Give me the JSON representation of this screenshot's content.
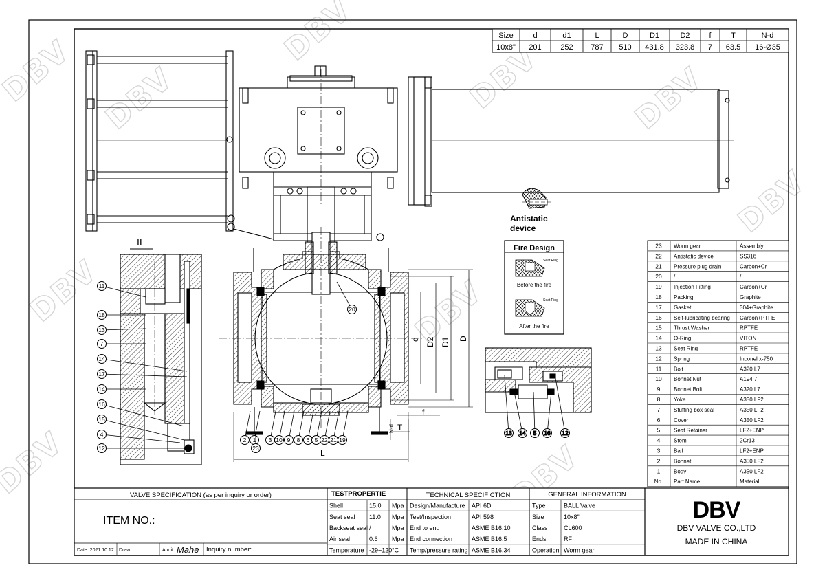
{
  "watermark": "DBV",
  "size_table": {
    "headers": [
      "Size",
      "d",
      "d1",
      "L",
      "D",
      "D1",
      "D2",
      "f",
      "T",
      "N-d"
    ],
    "values": [
      "10x8\"",
      "201",
      "252",
      "787",
      "510",
      "431.8",
      "323.8",
      "7",
      "63.5",
      "16-Ø35"
    ]
  },
  "detail_view": {
    "label": "II",
    "callouts": [
      "11",
      "18",
      "13",
      "7",
      "14",
      "17",
      "14",
      "16",
      "15",
      "4",
      "12"
    ]
  },
  "main_view": {
    "callouts": [
      "2",
      "1",
      "3",
      "10",
      "9",
      "8",
      "6",
      "5",
      "22",
      "21",
      "19",
      "23",
      "20"
    ],
    "dimensions": {
      "d": "d",
      "D2": "D2",
      "D1": "D1",
      "D": "D",
      "L": "L",
      "f": "f",
      "T": "T",
      "nd": "N-d"
    }
  },
  "seal_detail": {
    "callouts": [
      "13",
      "14",
      "5",
      "16",
      "12"
    ]
  },
  "antistatic": {
    "line1": "Antistatic",
    "line2": "device"
  },
  "fire_design": {
    "title": "Fire Design",
    "seat_ring": "Seat Ring",
    "before": "Before the fire",
    "after": "After the fire"
  },
  "parts_table": {
    "header": [
      "No.",
      "Part Name",
      "Material"
    ],
    "rows": [
      [
        "23",
        "Worm gear",
        "Assembly"
      ],
      [
        "22",
        "Antistatic device",
        "SS316"
      ],
      [
        "21",
        "Pressure plug drain",
        "Carbon+Cr"
      ],
      [
        "20",
        "/",
        "/"
      ],
      [
        "19",
        "Injection Fitting",
        "Carbon+Cr"
      ],
      [
        "18",
        "Packing",
        "Graphite"
      ],
      [
        "17",
        "Gasket",
        "304+Graphite"
      ],
      [
        "16",
        "Self-lubricating bearing",
        "Carbon+PTFE"
      ],
      [
        "15",
        "Thrust Washer",
        "RPTFE"
      ],
      [
        "14",
        "O-Ring",
        "VITON"
      ],
      [
        "13",
        "Seat Ring",
        "RPTFE"
      ],
      [
        "12",
        "Spring",
        "Inconel x-750"
      ],
      [
        "11",
        "Bolt",
        "A320 L7"
      ],
      [
        "10",
        "Bonnet Nut",
        "A194 7"
      ],
      [
        "9",
        "Bonnet Bolt",
        "A320 L7"
      ],
      [
        "8",
        "Yoke",
        "A350 LF2"
      ],
      [
        "7",
        "Stuffing box seal",
        "A350 LF2"
      ],
      [
        "6",
        "Cover",
        "A350 LF2"
      ],
      [
        "5",
        "Seat Retainer",
        "LF2+ENP"
      ],
      [
        "4",
        "Stem",
        "2Cr13"
      ],
      [
        "3",
        "Ball",
        "LF2+ENP"
      ],
      [
        "2",
        "Bonnet",
        "A350 LF2"
      ],
      [
        "1",
        "Body",
        "A350 LF2"
      ]
    ]
  },
  "title_block": {
    "valve_spec_title": "VALVE SPECIFICATION (as per inquiry or order)",
    "item_no": "ITEM NO.:",
    "date": "Date: 2021.10.12",
    "draw": "Draw:",
    "audit": "Audit:",
    "signature": "Mahe",
    "inquiry": "Inquiry number:",
    "test_title": "TESTPROPERTIE",
    "test_rows": [
      [
        "Shell",
        "15.0",
        "Mpa"
      ],
      [
        "Seat seal",
        "11.0",
        "Mpa"
      ],
      [
        "Backseat seal",
        "/",
        "Mpa"
      ],
      [
        "Air seal",
        "0.6",
        "Mpa"
      ],
      [
        "Temperature",
        "-29~120",
        "°C"
      ]
    ],
    "tech_title": "TECHNICAL SPECIFICTION",
    "tech_rows": [
      [
        "Design/Manufacture",
        "API 6D"
      ],
      [
        "Test/Inspection",
        "API 598"
      ],
      [
        "End to end",
        "ASME B16.10"
      ],
      [
        "End connection",
        "ASME B16.5"
      ],
      [
        "Temp/pressure rating",
        "ASME B16.34"
      ]
    ],
    "gen_title": "GENERAL INFORMATION",
    "gen_rows": [
      [
        "Type",
        "BALL Valve"
      ],
      [
        "Size",
        "10x8\""
      ],
      [
        "Class",
        "CL600"
      ],
      [
        "Ends",
        "RF"
      ],
      [
        "Operation",
        "Worm gear"
      ]
    ],
    "logo": "DBV",
    "company": "DBV VALVE  CO.,LTD",
    "made_in": "MADE IN CHINA"
  }
}
